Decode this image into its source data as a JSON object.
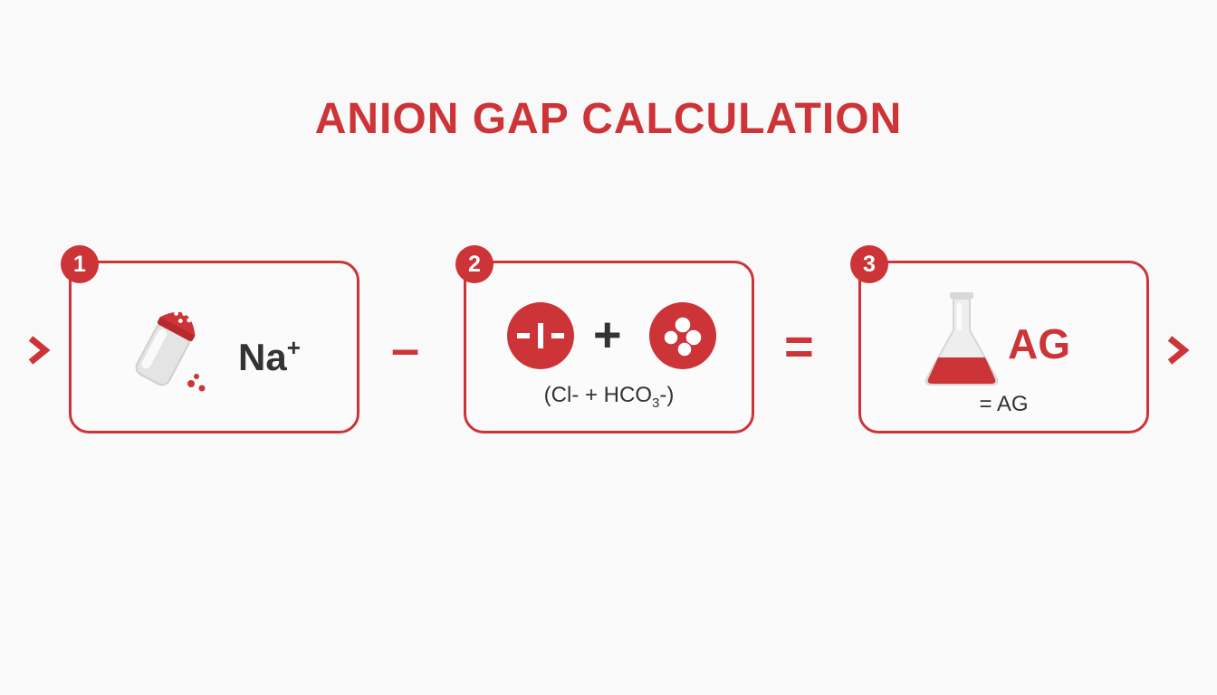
{
  "title": "ANION GAP CALCULATION",
  "colors": {
    "accent": "#cc3438",
    "text": "#333333",
    "background": "#f9f9f9"
  },
  "icons": [
    "chevron-right-icon",
    "salt-shaker-icon",
    "chloride-ion-icon",
    "bicarbonate-molecule-icon",
    "flask-icon"
  ],
  "steps": [
    {
      "number": "1",
      "label": "Na",
      "superscript": "+"
    },
    {
      "number": "2",
      "plus": "+",
      "formula_pre": "(Cl- + HCO",
      "formula_sub": "3",
      "formula_post": "-)"
    },
    {
      "number": "3",
      "label": "AG",
      "result": "= AG"
    }
  ],
  "operators": {
    "minus": "–",
    "equals": "="
  }
}
